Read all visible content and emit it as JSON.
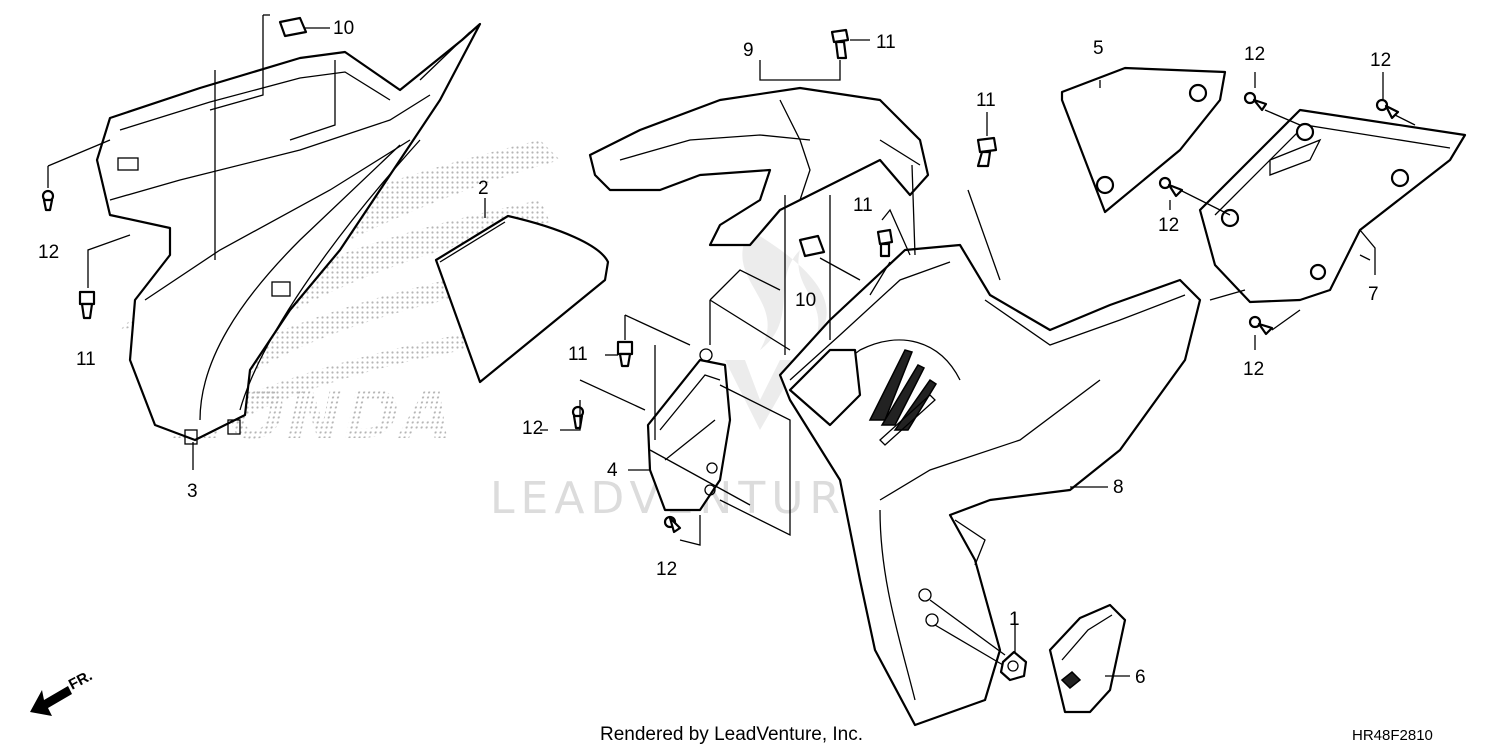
{
  "diagram": {
    "callouts": {
      "c1": "1",
      "c2": "2",
      "c3": "3",
      "c4": "4",
      "c5": "5",
      "c6": "6",
      "c7": "7",
      "c8": "8",
      "c9": "9",
      "c10a": "10",
      "c10b": "10",
      "c11a": "11",
      "c11b": "11",
      "c11c": "11",
      "c11d": "11",
      "c11e": "11",
      "c12a": "12",
      "c12b": "12",
      "c12c": "12",
      "c12d": "12",
      "c12e": "12",
      "c12f": "12",
      "c12g": "12"
    },
    "direction_label": "FR.",
    "watermark": "LEADVENTURE",
    "footer_text": "Rendered by LeadVenture, Inc.",
    "diagram_code": "HR48F2810"
  },
  "colors": {
    "line": "#000000",
    "background": "#ffffff",
    "watermark": "#dcdcdc",
    "logo_dots": "#b5b5b5"
  }
}
